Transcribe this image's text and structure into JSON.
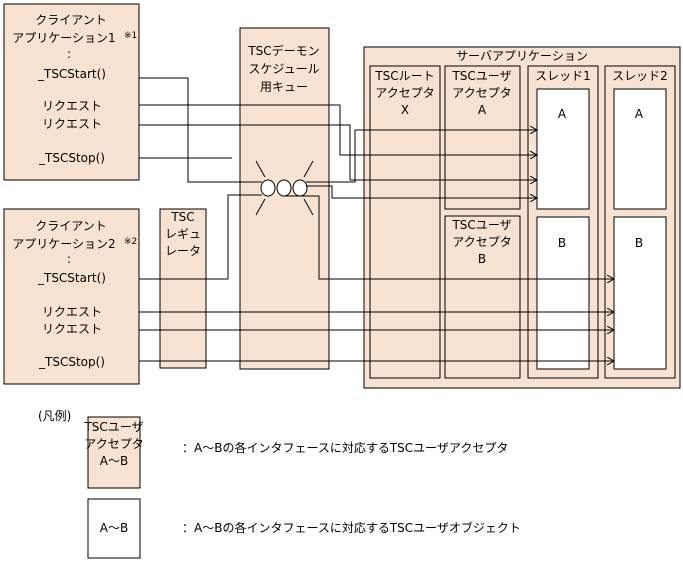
{
  "client1": {
    "title_line1": "クライアント",
    "title_line2": "アプリケーション1",
    "note": "※1",
    "colon": ":",
    "tsc_start": "_TSCStart()",
    "request1": "リクエスト",
    "request2": "リクエスト",
    "tsc_stop": "_TSCStop()"
  },
  "client2": {
    "title_line1": "クライアント",
    "title_line2": "アプリケーション2",
    "note": "※2",
    "colon": ":",
    "tsc_start": "_TSCStart()",
    "request1": "リクエスト",
    "request2": "リクエスト",
    "tsc_stop": "_TSCStop()"
  },
  "regulator": {
    "line1": "TSC",
    "line2": "レギュ",
    "line3": "レータ"
  },
  "daemon": {
    "line1": "TSCデーモン",
    "line2": "スケジュール",
    "line3": "用キュー"
  },
  "server": {
    "title": "サーバアプリケーション",
    "root_acceptor": {
      "line1": "TSCルート",
      "line2": "アクセプタ",
      "line3": "X"
    },
    "acceptor_a": {
      "line1": "TSCユーザ",
      "line2": "アクセプタ",
      "line3": "A"
    },
    "acceptor_b": {
      "line1": "TSCユーザ",
      "line2": "アクセプタ",
      "line3": "B"
    },
    "thread1": {
      "title": "スレッド1",
      "obj_a": "A",
      "obj_b": "B"
    },
    "thread2": {
      "title": "スレッド2",
      "obj_a": "A",
      "obj_b": "B"
    }
  },
  "legend": {
    "title": "(凡例)",
    "acceptor_box": {
      "line1": "TSCユーザ",
      "line2": "アクセプタ",
      "line3": "A～B"
    },
    "acceptor_desc": "：A～Bの各インタフェースに対応するTSCユーザアクセプタ",
    "object_box": "A～B",
    "object_desc": "：A～Bの各インタフェースに対応するTSCユーザオブジェクト"
  },
  "colors": {
    "box_fill": "#f8e3d3",
    "line": "#000000"
  }
}
